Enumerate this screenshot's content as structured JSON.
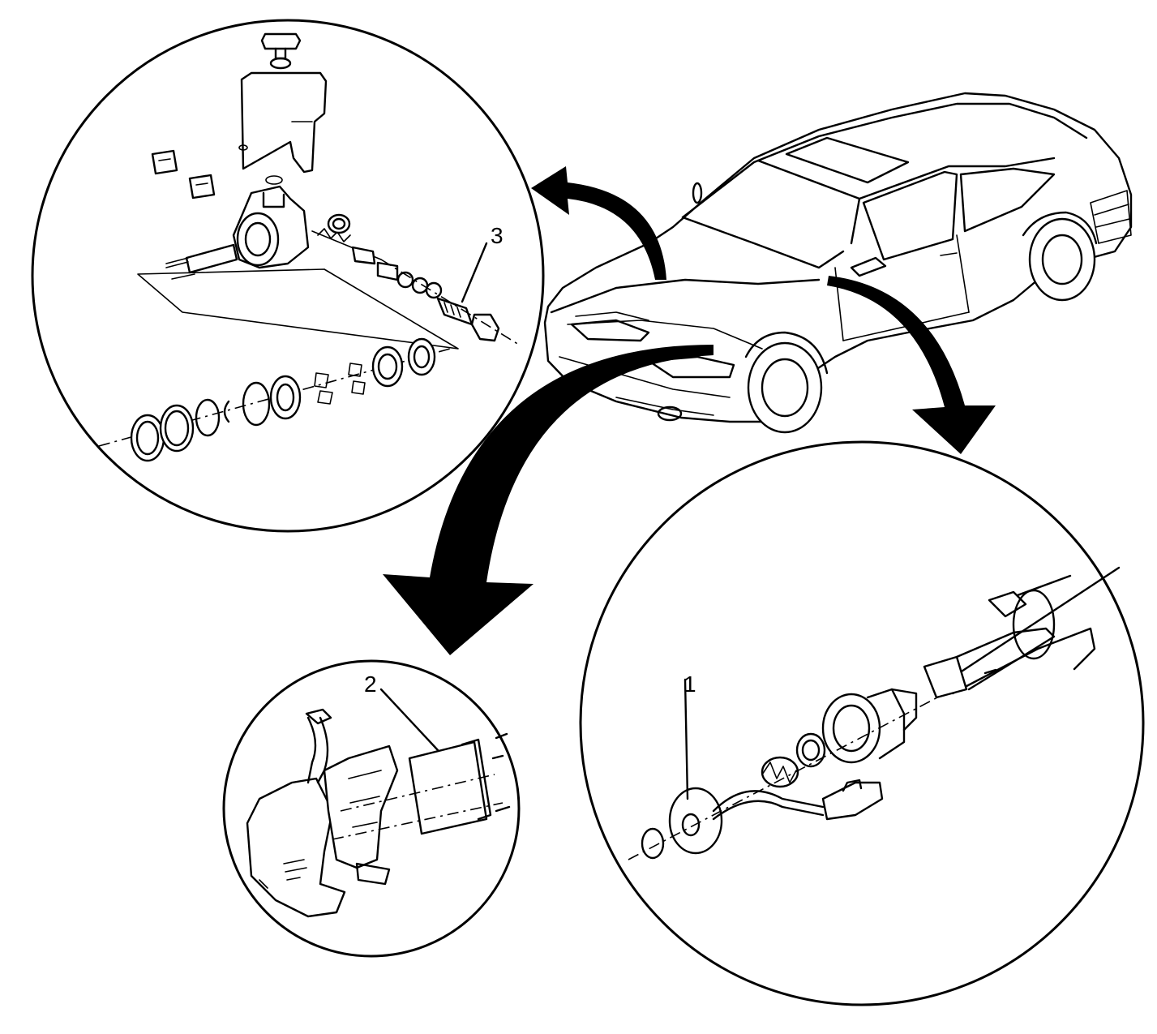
{
  "callouts": {
    "c1": "1",
    "c2": "2",
    "c3": "3"
  },
  "colors": {
    "line": "#000000",
    "background": "#ffffff",
    "arrow": "#000000"
  },
  "icons": {
    "vehicle": "car-outline-icon",
    "view_arrow": "curved-arrow-icon"
  }
}
